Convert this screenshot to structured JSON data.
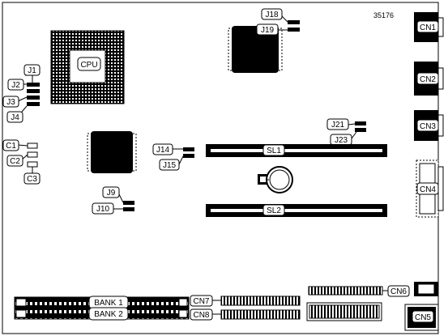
{
  "figure_number": "35176",
  "labels": {
    "cpu": "CPU",
    "j1": "J1",
    "j2": "J2",
    "j3": "J3",
    "j4": "J4",
    "c1": "C1",
    "c2": "C2",
    "c3": "C3",
    "j9": "J9",
    "j10": "J10",
    "j14": "J14",
    "j15": "J15",
    "j18": "J18",
    "j19": "J19",
    "j21": "J21",
    "j23": "J23",
    "sl1": "SL1",
    "sl2": "SL2",
    "cn1": "CN1",
    "cn2": "CN2",
    "cn3": "CN3",
    "cn4": "CN4",
    "cn5": "CN5",
    "cn6": "CN6",
    "cn7": "CN7",
    "cn8": "CN8",
    "bank1": "BANK 1",
    "bank2": "BANK 2"
  }
}
